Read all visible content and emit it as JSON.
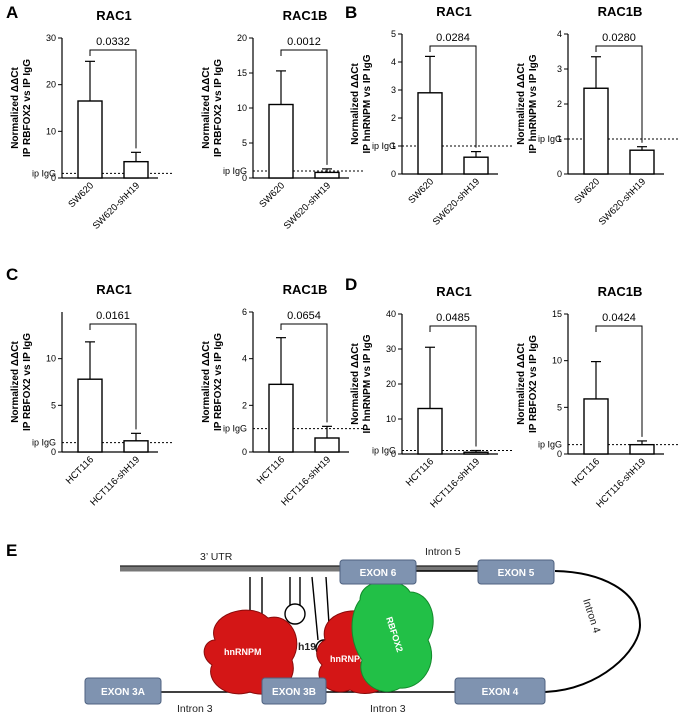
{
  "panels": {
    "A": "A",
    "B": "B",
    "C": "C",
    "D": "D",
    "E": "E"
  },
  "chart_data": [
    {
      "panel": "A",
      "type": "bar",
      "title": "RAC1",
      "ylabel": "Normalized ΔΔCt\nIP RBFOX2 vs IP IgG",
      "categories": [
        "SW620",
        "SW620-shH19"
      ],
      "values": [
        16.5,
        3.5
      ],
      "errors": [
        8.5,
        2.0
      ],
      "ylim": [
        0,
        30
      ],
      "yticks": [
        0,
        10,
        20,
        30
      ],
      "reference_line": {
        "label": "ip IgG",
        "value": 1
      },
      "pvalue": "0.0332"
    },
    {
      "panel": "A",
      "type": "bar",
      "title": "RAC1B",
      "ylabel": "Normalized ΔΔCt\nIP RBFOX2 vs IP IgG",
      "categories": [
        "SW620",
        "SW620-shH19"
      ],
      "values": [
        10.5,
        0.8
      ],
      "errors": [
        4.8,
        0.5
      ],
      "ylim": [
        0,
        20
      ],
      "yticks": [
        0,
        5,
        10,
        15,
        20
      ],
      "reference_line": {
        "label": "ip IgG",
        "value": 1
      },
      "pvalue": "0.0012"
    },
    {
      "panel": "B",
      "type": "bar",
      "title": "RAC1",
      "ylabel": "Normalized ΔΔCt\nIP hnRNPM vs IP IgG",
      "categories": [
        "SW620",
        "SW620-shH19"
      ],
      "values": [
        2.9,
        0.6
      ],
      "errors": [
        1.3,
        0.2
      ],
      "ylim": [
        0,
        5
      ],
      "yticks": [
        0,
        1,
        2,
        3,
        4,
        5
      ],
      "reference_line": {
        "label": "ip IgG",
        "value": 1
      },
      "pvalue": "0.0284"
    },
    {
      "panel": "B",
      "type": "bar",
      "title": "RAC1B",
      "ylabel": "Normalized ΔΔCt\nIP hnRNPM vs IP IgG",
      "categories": [
        "SW620",
        "SW620-shH19"
      ],
      "values": [
        2.45,
        0.68
      ],
      "errors": [
        0.9,
        0.1
      ],
      "ylim": [
        0,
        4
      ],
      "yticks": [
        0,
        1,
        2,
        3,
        4
      ],
      "reference_line": {
        "label": "ip IgG",
        "value": 1
      },
      "pvalue": "0.0280"
    },
    {
      "panel": "C",
      "type": "bar",
      "title": "RAC1",
      "ylabel": "Normalized ΔΔCt\nIP RBFOX2 vs IP IgG",
      "categories": [
        "HCT116",
        "HCT116-shH19"
      ],
      "values": [
        7.8,
        1.2
      ],
      "errors": [
        4.0,
        0.8
      ],
      "ylim": [
        0,
        15
      ],
      "yticks": [
        0,
        5,
        10
      ],
      "reference_line": {
        "label": "ip IgG",
        "value": 1
      },
      "pvalue": "0.0161"
    },
    {
      "panel": "C",
      "type": "bar",
      "title": "RAC1B",
      "ylabel": "Normalized ΔΔCt\nIP RBFOX2 vs IP IgG",
      "categories": [
        "HCT116",
        "HCT116-shH19"
      ],
      "values": [
        2.9,
        0.6
      ],
      "errors": [
        2.0,
        0.5
      ],
      "ylim": [
        0,
        6
      ],
      "yticks": [
        0,
        2,
        4,
        6
      ],
      "reference_line": {
        "label": "ip IgG",
        "value": 1
      },
      "pvalue": "0.0654"
    },
    {
      "panel": "D",
      "type": "bar",
      "title": "RAC1",
      "ylabel": "Normalized ΔΔCt\nIP hnRNPM vs IP IgG",
      "categories": [
        "HCT116",
        "HCT116-shH19"
      ],
      "values": [
        13.0,
        0.5
      ],
      "errors": [
        17.5,
        0.5
      ],
      "ylim": [
        0,
        40
      ],
      "yticks": [
        0,
        10,
        20,
        30,
        40
      ],
      "reference_line": {
        "label": "ip IgG",
        "value": 1
      },
      "pvalue": "0.0485"
    },
    {
      "panel": "D",
      "type": "bar",
      "title": "RAC1B",
      "ylabel": "Normalized ΔΔCt\nIP RBFOX2 vs IP IgG",
      "categories": [
        "HCT116",
        "HCT116-shH19"
      ],
      "values": [
        5.9,
        1.0
      ],
      "errors": [
        4.0,
        0.4
      ],
      "ylim": [
        0,
        15
      ],
      "yticks": [
        0,
        5,
        10,
        15
      ],
      "reference_line": {
        "label": "ip IgG",
        "value": 1
      },
      "pvalue": "0.0424"
    }
  ],
  "diagram": {
    "utr_label": "3’ UTR",
    "exons": [
      "EXON 3A",
      "EXON 3B",
      "EXON 4",
      "EXON 5",
      "EXON 6"
    ],
    "introns": [
      "Intron 3",
      "Intron 3",
      "Intron 4",
      "Intron 5"
    ],
    "proteins": [
      "hnRNPM",
      "hnRNPM",
      "RBFOX2"
    ],
    "h19_label": "h19",
    "colors": {
      "exon": "#7f93b0",
      "hnrnpm": "#d41616",
      "rbfox2": "#22c047",
      "line": "#000000"
    }
  }
}
